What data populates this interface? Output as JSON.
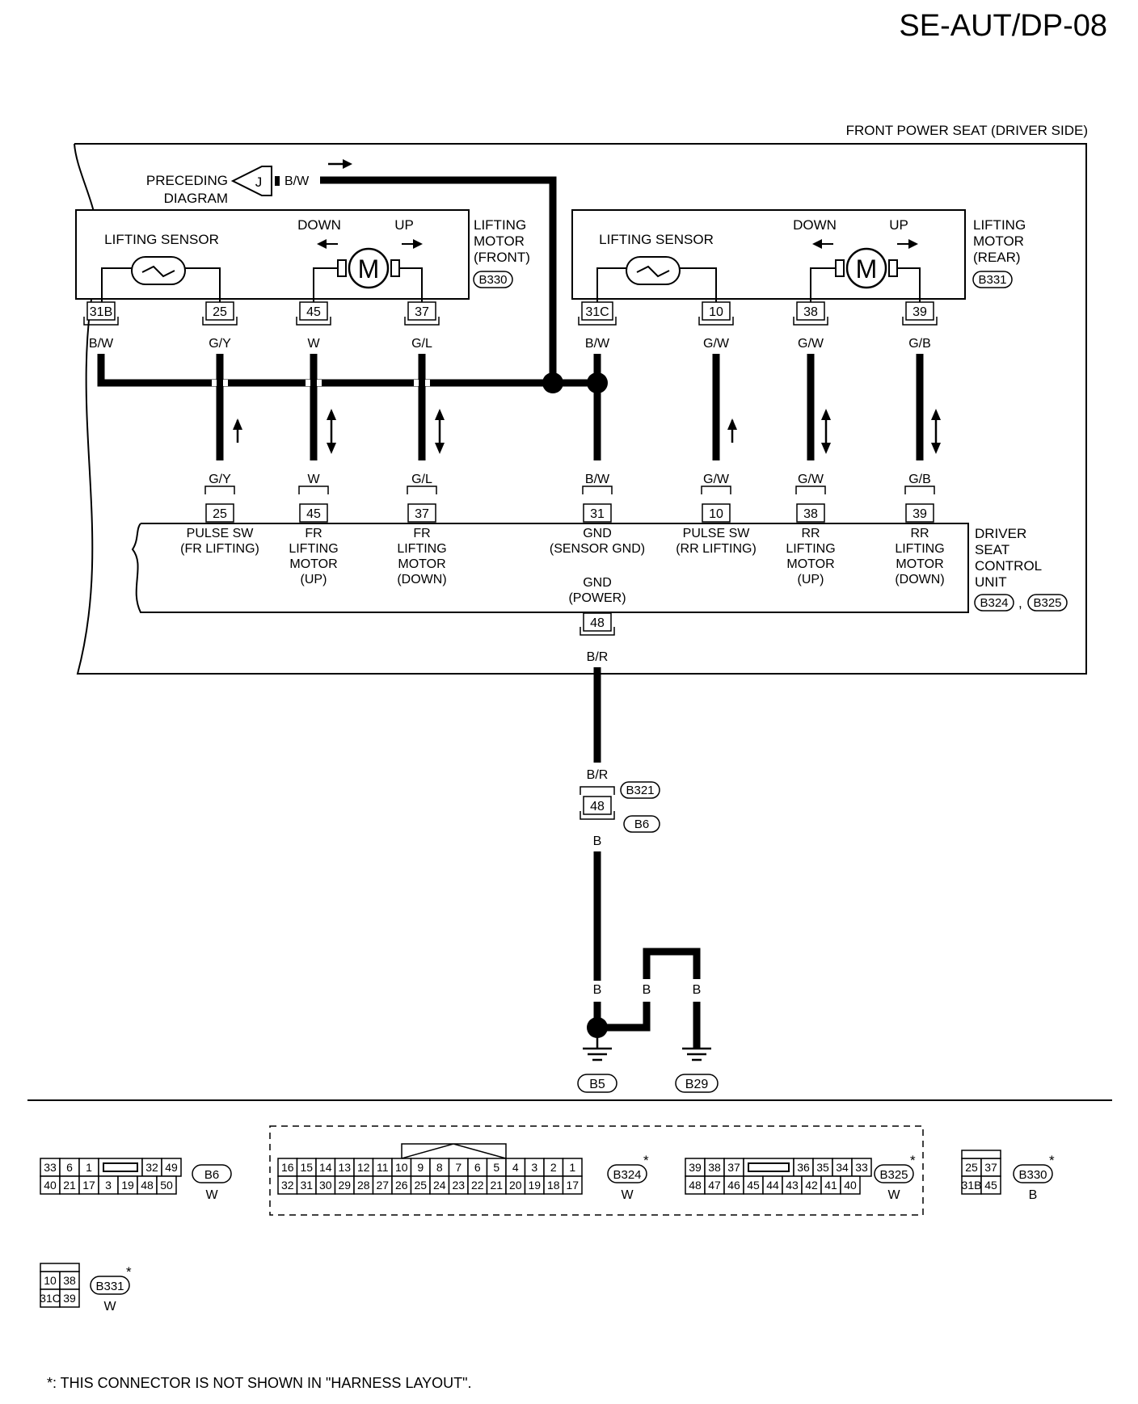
{
  "page_code": "SE-AUT/DP-08",
  "system_title": "FRONT POWER SEAT (DRIVER SIDE)",
  "preceding": {
    "line1": "PRECEDING",
    "line2": "DIAGRAM",
    "ref": "J",
    "wire": "B/W"
  },
  "front_motor": {
    "sensor": "LIFTING SENSOR",
    "down": "DOWN",
    "up": "UP",
    "motor_symbol": "M",
    "name": [
      "LIFTING",
      "MOTOR",
      "(FRONT)"
    ],
    "connector": "B330",
    "pins": [
      "31B",
      "25",
      "45",
      "37"
    ],
    "wires": [
      "B/W",
      "G/Y",
      "W",
      "G/L"
    ]
  },
  "rear_motor": {
    "sensor": "LIFTING SENSOR",
    "down": "DOWN",
    "up": "UP",
    "motor_symbol": "M",
    "name": [
      "LIFTING",
      "MOTOR",
      "(REAR)"
    ],
    "connector": "B331",
    "pins": [
      "31C",
      "10",
      "38",
      "39"
    ],
    "wires": [
      "B/W",
      "G/W",
      "G/W",
      "G/B"
    ]
  },
  "control_unit": {
    "name": [
      "DRIVER",
      "SEAT",
      "CONTROL",
      "UNIT"
    ],
    "connectors": [
      "B324",
      "B325"
    ],
    "sep": ",",
    "top_wires": [
      "G/Y",
      "W",
      "G/L",
      "B/W",
      "G/W",
      "G/W",
      "G/B"
    ],
    "pins": [
      "25",
      "45",
      "37",
      "31",
      "10",
      "38",
      "39"
    ],
    "pin_labels": [
      [
        "PULSE SW",
        "(FR LIFTING)"
      ],
      [
        "FR",
        "LIFTING",
        "MOTOR",
        "(UP)"
      ],
      [
        "FR",
        "LIFTING",
        "MOTOR",
        "(DOWN)"
      ],
      [
        "GND",
        "(SENSOR GND)"
      ],
      [
        "PULSE SW",
        "(RR LIFTING)"
      ],
      [
        "RR",
        "LIFTING",
        "MOTOR",
        "(UP)"
      ],
      [
        "RR",
        "LIFTING",
        "MOTOR",
        "(DOWN)"
      ]
    ],
    "power_label": [
      "GND",
      "(POWER)"
    ],
    "power_pin": "48",
    "power_wire": "B/R"
  },
  "joint": {
    "wire_top": "B/R",
    "pin": "48",
    "conn_top": "B321",
    "conn_bottom": "B6",
    "wire_bottom": "B"
  },
  "grounds": {
    "wires": [
      "B",
      "B",
      "B"
    ],
    "labels": [
      "B5",
      "B29"
    ]
  },
  "connector_faces": [
    {
      "id": "B6",
      "color": "W",
      "star": false,
      "row1": [
        "33",
        "6",
        "1",
        "",
        "32",
        "49"
      ],
      "row2": [
        "40",
        "21",
        "17",
        "3",
        "19",
        "48",
        "50"
      ]
    },
    {
      "id": "B324",
      "color": "W",
      "star": true,
      "row1": [
        "16",
        "15",
        "14",
        "13",
        "12",
        "11",
        "10",
        "9",
        "8",
        "7",
        "6",
        "5",
        "4",
        "3",
        "2",
        "1"
      ],
      "row2": [
        "32",
        "31",
        "30",
        "29",
        "28",
        "27",
        "26",
        "25",
        "24",
        "23",
        "22",
        "21",
        "20",
        "19",
        "18",
        "17"
      ]
    },
    {
      "id": "B325",
      "color": "W",
      "star": true,
      "row1": [
        "39",
        "38",
        "37",
        "",
        "36",
        "35",
        "34",
        "33"
      ],
      "row2": [
        "48",
        "47",
        "46",
        "45",
        "44",
        "43",
        "42",
        "41",
        "40"
      ]
    },
    {
      "id": "B330",
      "color": "B",
      "star": true,
      "row1": [
        "25",
        "37"
      ],
      "row2": [
        "31B",
        "45"
      ]
    },
    {
      "id": "B331",
      "color": "W",
      "star": true,
      "row1": [
        "10",
        "38"
      ],
      "row2": [
        "31C",
        "39"
      ]
    }
  ],
  "star": "*",
  "footnote": "*: THIS CONNECTOR IS NOT SHOWN IN \"HARNESS LAYOUT\"."
}
